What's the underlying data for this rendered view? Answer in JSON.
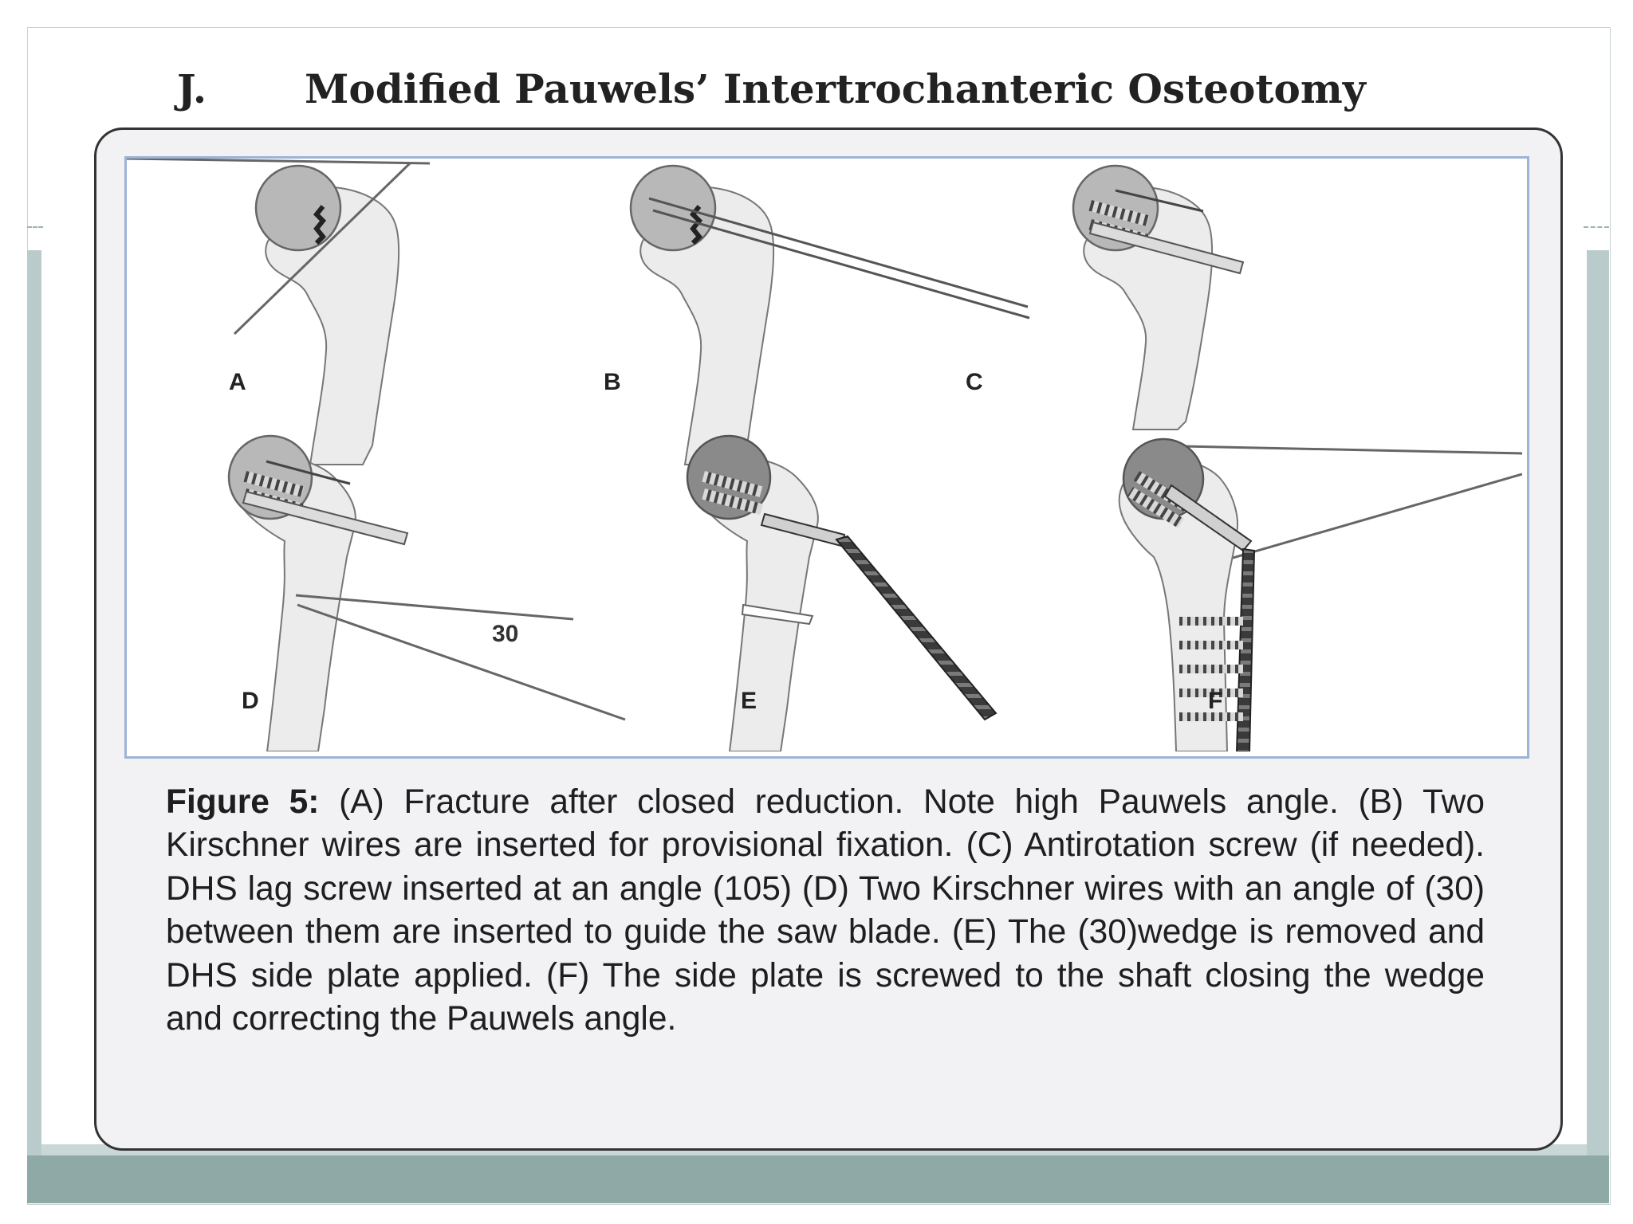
{
  "slide": {
    "title_prefix": "J.",
    "title": "Modified Pauwels’ Intertrochanteric Osteotomy"
  },
  "figure": {
    "panel_labels": [
      "A",
      "B",
      "C",
      "D",
      "E",
      "F"
    ],
    "angle_label": "30",
    "caption_label": "Figure 5:",
    "caption_text": "(A) Fracture after closed reduction. Note high Pauwels angle. (B) Two Kirschner wires are inserted for provisional fixation. (C) Antirotation screw (if needed). DHS lag screw inserted at an angle (105) (D) Two Kirschner wires with an angle of (30) between them are inserted to guide the saw blade. (E) The (30)wedge is removed and DHS side plate applied. (F) The side plate is screwed to the shaft closing the wedge and correcting the Pauwels angle."
  },
  "colors": {
    "bone_fill": "#ececec",
    "head_fill": "#b8b8b8",
    "panel_border": "#9db3d6",
    "band": "#8fa9a6"
  }
}
